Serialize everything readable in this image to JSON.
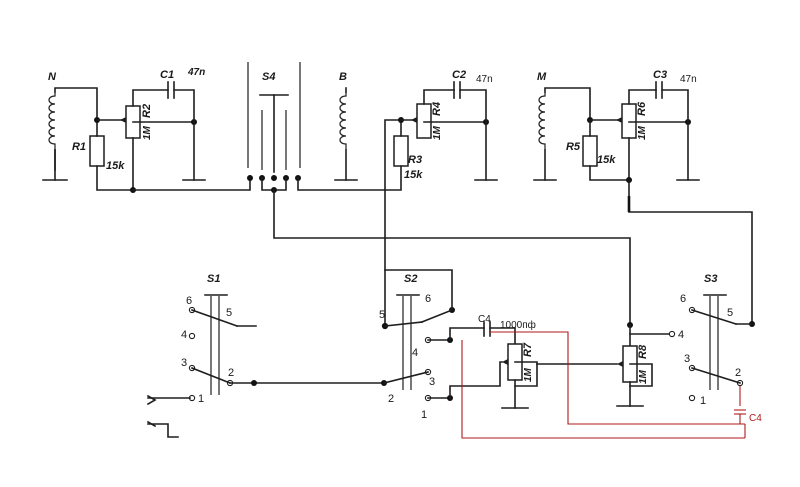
{
  "labels": {
    "pickup_n": "N",
    "pickup_b": "B",
    "pickup_m": "M",
    "s4": "S4",
    "s1": "S1",
    "s2": "S2",
    "s3": "S3",
    "c1": "C1",
    "c1_val": "47n",
    "c2": "C2",
    "c2_val": "47n",
    "c3": "C3",
    "c3_val": "47n",
    "c4": "C4",
    "c4_val": "1000пф",
    "c4_red": "C4",
    "r1": "R1",
    "r1_val": "15k",
    "r2": "R2",
    "r2_val": "1M",
    "r3": "R3",
    "r3_val": "15k",
    "r4": "R4",
    "r4_val": "1M",
    "r5": "R5",
    "r5_val": "15k",
    "r6": "R6",
    "r6_val": "1M",
    "r7": "R7",
    "r7_val": "1M",
    "r8": "R8",
    "r8_val": "1M"
  },
  "pins": {
    "s1": [
      "6",
      "5",
      "4",
      "3",
      "2",
      "1"
    ],
    "s2": [
      "6",
      "5",
      "4",
      "3",
      "2",
      "1"
    ],
    "s3": [
      "6",
      "5",
      "4",
      "3",
      "2",
      "1"
    ]
  },
  "colors": {
    "wire": "#1e1e1e",
    "c4_alt_wire": "#b01a1a",
    "background": "#ffffff"
  }
}
